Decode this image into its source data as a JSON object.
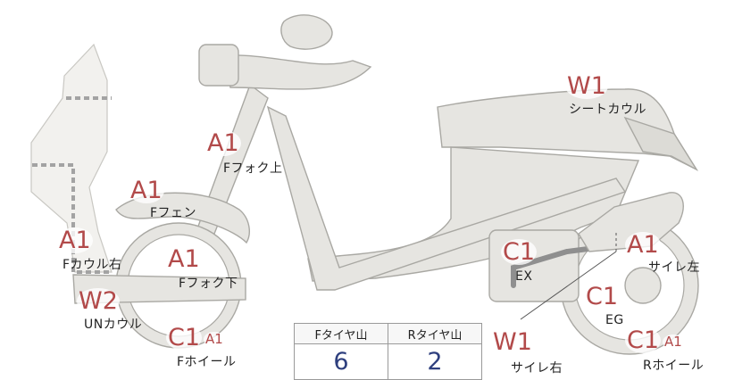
{
  "labels": {
    "w1_seat": {
      "code": "W1",
      "name": "シートカウル"
    },
    "a1_fork_upper": {
      "code": "A1",
      "name": "Fフォク上"
    },
    "a1_fender": {
      "code": "A1",
      "name": "Fフェン"
    },
    "a1_cowl_right": {
      "code": "A1",
      "name": "Fカウル右"
    },
    "a1_fork_lower": {
      "code": "A1",
      "name": "Fフォク下"
    },
    "w2_un_cowl": {
      "code": "W2",
      "name": "UNカウル"
    },
    "c1_front_wheel": {
      "code": "C1",
      "code2": "A1",
      "name": "Fホイール"
    },
    "c1_ex": {
      "code": "C1",
      "name": "EX"
    },
    "a1_muffler_left": {
      "code": "A1",
      "name": "サイレ左"
    },
    "c1_eg": {
      "code": "C1",
      "name": "EG"
    },
    "w1_muffler_right": {
      "code": "W1",
      "name": "サイレ右"
    },
    "c1_rear_wheel": {
      "code": "C1",
      "code2": "A1",
      "name": "Rホイール"
    }
  },
  "tire_table": {
    "headers": [
      "Fタイヤ山",
      "Rタイヤ山"
    ],
    "values": [
      "6",
      "2"
    ]
  },
  "colors": {
    "code_red": "#b24a4a",
    "value_blue": "#2e3f7e",
    "part_fill": "#e6e5e1",
    "part_outline": "#a9a8a3"
  }
}
